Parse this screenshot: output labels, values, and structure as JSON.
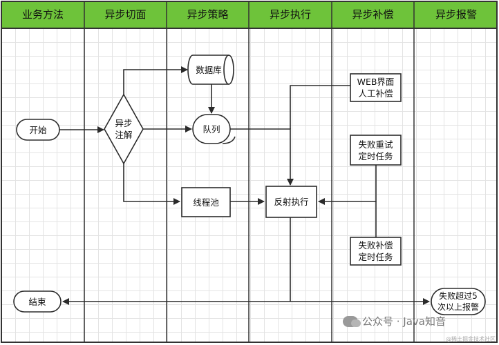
{
  "lanes": [
    {
      "title": "业务方法"
    },
    {
      "title": "异步切面"
    },
    {
      "title": "异步策略"
    },
    {
      "title": "异步执行"
    },
    {
      "title": "异步补偿"
    },
    {
      "title": "异步报警"
    }
  ],
  "nodes": {
    "start": "开始",
    "end": "结束",
    "decision_line1": "异步",
    "decision_line2": "注解",
    "database": "数据库",
    "queue": "队列",
    "thread_pool": "线程池",
    "reflect_exec": "反射执行",
    "web_comp_line1": "WEB界面",
    "web_comp_line2": "人工补偿",
    "retry_task_line1": "失败重试",
    "retry_task_line2": "定时任务",
    "comp_task_line1": "失败补偿",
    "comp_task_line2": "定时任务",
    "alarm_line1": "失败超过5",
    "alarm_line2": "次以上报警"
  },
  "watermark": {
    "main": "公众号 · Java知音",
    "sub": "@稀土掘金技术社区"
  },
  "colors": {
    "header": "#6ec33a",
    "line": "#2b2b2b",
    "grid": "#e3e3e3"
  }
}
